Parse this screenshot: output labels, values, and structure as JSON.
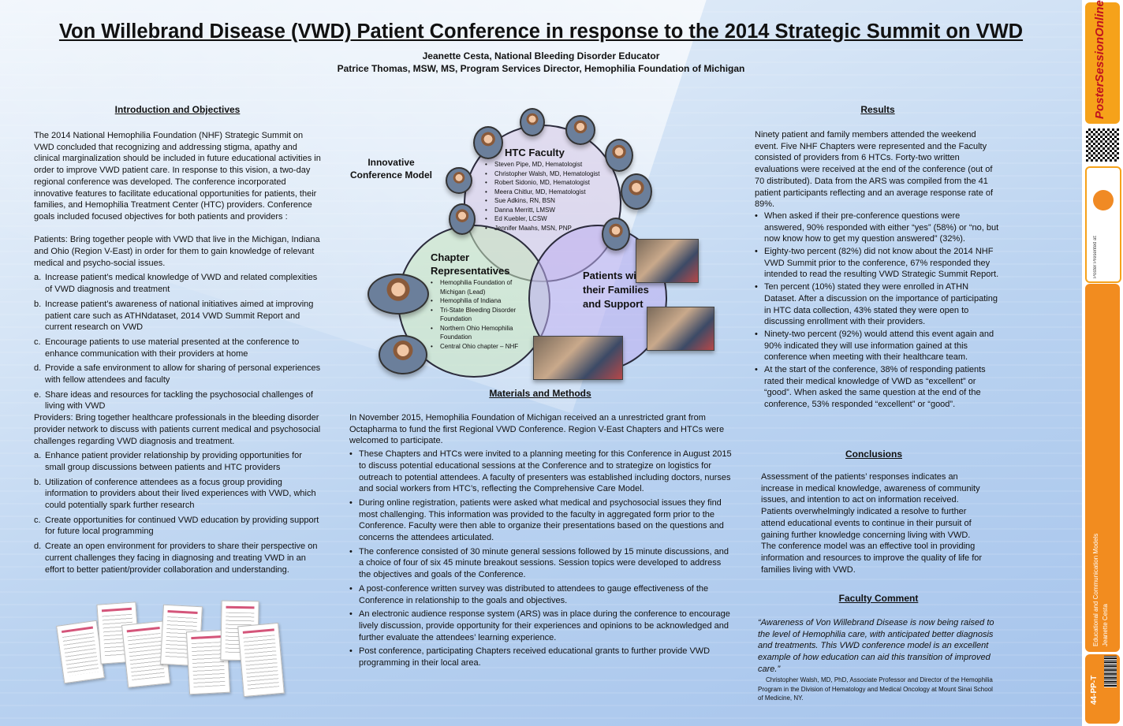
{
  "title": "Von Willebrand Disease (VWD) Patient Conference in response to the 2014 Strategic Summit on VWD",
  "authors": [
    "Jeanette Cesta, National Bleeding Disorder Educator",
    "Patrice Thomas, MSW, MS, Program Services Director, Hemophilia Foundation of Michigan"
  ],
  "intro": {
    "heading": "Introduction and Objectives",
    "para1": "The 2014 National Hemophilia Foundation (NHF) Strategic Summit on VWD concluded that recognizing and addressing stigma, apathy and clinical marginalization should be included in future educational activities in order to improve VWD patient care.  In response to this vision, a two-day regional conference was developed. The conference incorporated innovative features to facilitate educational opportunities for patients, their families, and Hemophilia Treatment Center (HTC) providers. Conference goals included focused objectives for both patients and providers :",
    "patients_intro": "Patients: Bring together people with VWD that live in the Michigan, Indiana and Ohio (Region V-East) in order for them to gain knowledge of relevant medical and psycho-social issues.",
    "patient_goals": [
      {
        "l": "a.",
        "t": "Increase patient’s medical knowledge of VWD and related complexities of VWD diagnosis and treatment"
      },
      {
        "l": "b.",
        "t": "Increase patient’s awareness of national initiatives aimed at improving patient care such as ATHNdataset, 2014 VWD Summit Report and current research on VWD"
      },
      {
        "l": "c.",
        "t": "Encourage patients to use material presented at the conference to enhance communication with their providers at home"
      },
      {
        "l": "d.",
        "t": "Provide a safe environment to allow for sharing of personal experiences with fellow attendees and faculty"
      },
      {
        "l": "e.",
        "t": "Share ideas and resources for tackling the psychosocial challenges of living with VWD"
      }
    ],
    "providers_intro": "Providers: Bring together healthcare professionals in the bleeding disorder provider network to discuss with patients current medical and psychosocial challenges regarding VWD diagnosis and treatment.",
    "provider_goals": [
      {
        "l": "a.",
        "t": "Enhance patient provider relationship by providing opportunities for small group discussions between patients and HTC providers"
      },
      {
        "l": "b.",
        "t": "Utilization of conference attendees as a focus group providing information to providers about their lived experiences with VWD, which could potentially spark further research"
      },
      {
        "l": "c.",
        "t": "Create opportunities for continued VWD education by providing support for future local programming"
      },
      {
        "l": "d.",
        "t": "Create an open environment for providers to share their perspective on current challenges they facing in diagnosing and treating VWD in an effort to better patient/provider collaboration and understanding."
      }
    ]
  },
  "venn": {
    "model_label": "Innovative Conference Model",
    "htc_title": "HTC Faculty",
    "htc_list": [
      "Steven Pipe, MD, Hematologist",
      "Christopher Walsh, MD, Hematologist",
      "Robert Sidonio, MD, Hematologist",
      "Meera Chitlur, MD, Hematologist",
      "Sue Adkins, RN, BSN",
      "Danna Merritt, LMSW",
      "Ed Kuebler, LCSW",
      "Jennifer Maahs, MSN, PNP"
    ],
    "chapter_title": "Chapter Representatives",
    "chapter_list": [
      "Hemophilia Foundation of Michigan (Lead)",
      "Hemophilia of Indiana",
      "Tri-State Bleeding Disorder Foundation",
      "Northern Ohio Hemophilia Foundation",
      "Central Ohio chapter – NHF"
    ],
    "patients_title": "Patients with their Families and Support"
  },
  "methods": {
    "heading": "Materials and Methods",
    "intro": "In November 2015, Hemophilia Foundation of Michigan received an a unrestricted grant from Octapharma to fund the first Regional VWD Conference.  Region V-East Chapters and HTCs were welcomed to participate.",
    "items": [
      " These Chapters and HTCs were invited to a planning meeting for this Conference in August 2015  to discuss potential educational sessions at the Conference and to strategize on logistics for outreach to potential attendees. A faculty of presenters was established including doctors, nurses and social workers from HTC’s, reflecting the Comprehensive Care Model.",
      "During online registration, patients were asked what medical and psychosocial issues they find most challenging.  This information was provided to the faculty in aggregated form prior to the Conference. Faculty were then able to organize their presentations based on the questions and concerns the attendees articulated.",
      "The conference consisted of 30 minute general sessions followed by 15 minute discussions, and a choice of four of six 45 minute breakout sessions. Session topics were developed to address the objectives and goals of the Conference.",
      "A post-conference written survey was distributed to attendees to gauge effectiveness of the Conference in relationship to the goals and objectives.",
      "An electronic audience response system (ARS) was in place during the conference to encourage lively discussion, provide opportunity for their experiences and opinions to be acknowledged and further evaluate the attendees’ learning experience.",
      "Post conference, participating Chapters received educational grants to further provide VWD programming in their local area."
    ]
  },
  "results": {
    "heading": "Results",
    "intro": "Ninety patient and family members attended the weekend event.  Five NHF Chapters were represented and the Faculty consisted of providers from 6 HTCs.  Forty-two written evaluations were received at the end of the conference (out of 70 distributed).  Data from the ARS was compiled from the 41 patient participants reflecting and an average response rate of 89%.",
    "items": [
      "When asked if their pre-conference questions were answered, 90% responded with either “yes” (58%) or “no, but now know how to get my question answered” (32%).",
      "Eighty-two percent (82%) did not know about the 2014 NHF VWD Summit prior to the conference, 67% responded they intended to read the resulting VWD Strategic Summit Report.",
      "Ten percent (10%) stated they were enrolled in ATHN Dataset.  After a discussion on the importance of participating in HTC data collection, 43% stated they were open to discussing enrollment with their providers.",
      " Ninety-two percent (92%) would attend this event again and 90% indicated they will use information gained at this conference when meeting with their healthcare team.",
      "At the start of the conference, 38% of responding patients rated their medical knowledge of VWD as “excellent” or “good”. When asked the same question at the end of the conference, 53% responded “excellent” or “good”."
    ]
  },
  "conclusions": {
    "heading": "Conclusions",
    "text": "Assessment of the patients’ responses indicates an increase in medical knowledge, awareness of community issues, and intention to act on information received.  Patients overwhelmingly indicated a resolve to further attend educational events to continue in their pursuit of gaining further knowledge concerning living with VWD. The conference model was an effective tool in providing information and resources to improve the quality of life for families living with VWD."
  },
  "faculty_comment": {
    "heading": "Faculty Comment",
    "quote": "“Awareness of Von Willebrand Disease is now being raised to the level of Hemophilia care, with anticipated better diagnosis and treatments. This VWD conference model is an excellent example of how education can aid this transition of improved care.”",
    "attribution": "Christopher Walsh, MD, PhD, Associate Professor and Director of the Hemophilia Program in the Division of  Hematology and Medical Oncology at Mount Sinai School of Medicine, NY."
  },
  "sidebar": {
    "logo": "PosterSessionOnline",
    "presented_at": "Poster Presented at:",
    "category": "Educational and Communication Models",
    "author": "Jeanette Cesta",
    "code": "44-PP-T",
    "colors": {
      "orange": "#f28c1f",
      "brand_red": "#c0111f"
    }
  }
}
